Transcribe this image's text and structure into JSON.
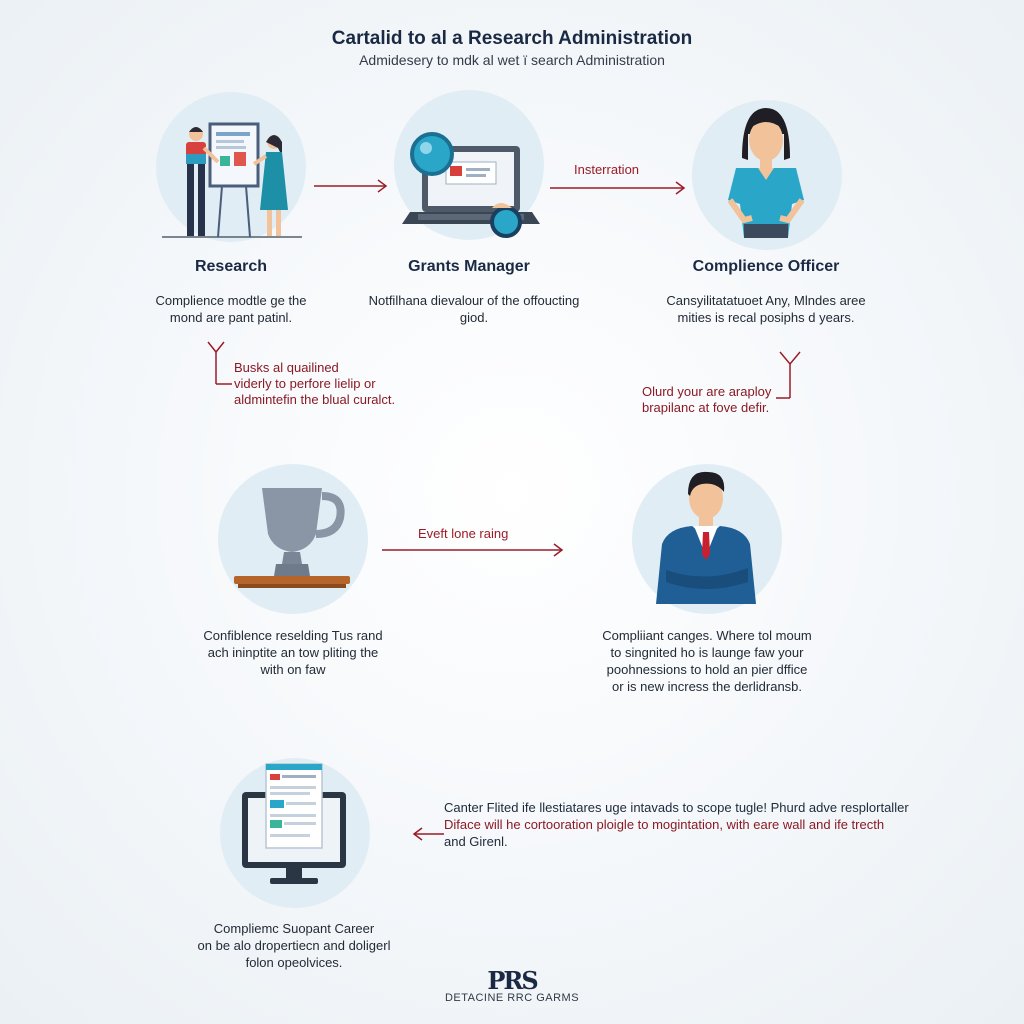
{
  "header": {
    "title": "Cartalid to al a Research Administration",
    "subtitle": "Admidesery to mdk al wet ï search Administration"
  },
  "nodes": {
    "research": {
      "label": "Research",
      "desc": [
        "Complience modtle ge the",
        "mond are pant patinl."
      ],
      "icon": "researchers-board-icon"
    },
    "grants": {
      "label": "Grants Manager",
      "desc": [
        "Notfilhana dievalour of the offoucting",
        "giod."
      ],
      "icon": "laptop-magnifier-icon"
    },
    "compliance": {
      "label": "Complience Officer",
      "desc": [
        "Cansyilitatatuoet Any, Mlndes aree",
        "mities is recal posiphs d years."
      ],
      "icon": "woman-officer-icon"
    },
    "trophy": {
      "desc": [
        "Confiblence reselding Tus rand",
        "ach ininptite an tow pliting the",
        "with on faw"
      ],
      "icon": "trophy-icon"
    },
    "businessman": {
      "desc": [
        "Compliiant canges. Where tol moum",
        "to singnited ho is launge faw your",
        "poohnessions to hold an pier dffice",
        "or is new incress the derlidransb."
      ],
      "icon": "businessman-icon"
    },
    "monitor": {
      "desc": [
        "Compliemc Suopant Career",
        "on be alo dropertiecn and doligerl",
        "folon opeolvices."
      ],
      "icon": "monitor-document-icon"
    }
  },
  "notes": {
    "left": [
      "Busks al quailined",
      "viderly to perfore lielip or",
      "aldmintefin the blual curalct."
    ],
    "right": [
      "Olurd your are araploy",
      "brapilanc at fove defir."
    ],
    "bottom": [
      "Canter Flited ife llestiatares uge intavads to scope tugle! Phurd adve resplortaller",
      "Diface will he cortooration ploigle to mogintation, with eare wall and ife trecth",
      "and Girenl."
    ]
  },
  "arrows": {
    "top_right_label": "Insterration",
    "middle_label": "Eveft lone raing"
  },
  "footer": {
    "logo": "PRS",
    "tagline": "DETACINE RRC GARMS"
  },
  "colors": {
    "accent_red": "#9b1c28",
    "navy": "#1b2a44",
    "circle_bg": "#e1edf4",
    "teal": "#2aa6c9"
  }
}
